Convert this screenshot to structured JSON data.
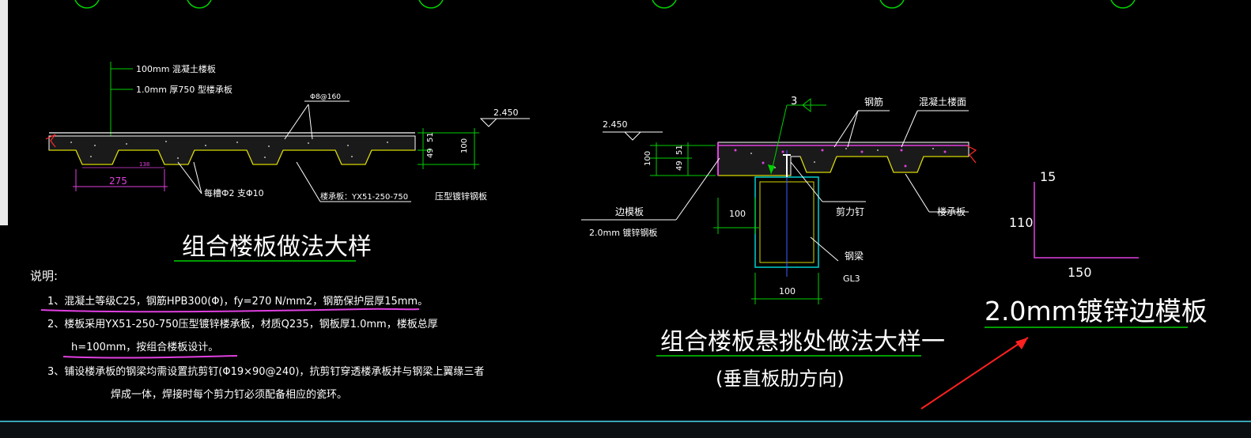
{
  "colors": {
    "background": "#000000",
    "line_white": "#ffffff",
    "line_green": "#00d000",
    "line_magenta": "#e040e0",
    "line_red": "#ff2a2a",
    "line_yellow": "#d8d800",
    "line_blue": "#4060ff",
    "annotation_red": "#ff2020"
  },
  "detail1": {
    "label_concrete": "100mm   混凝土楼板",
    "label_deck": "1.0mm   厚750  型楼承板",
    "label_rebar": "Φ8@160",
    "elevation": "2.450",
    "dim_51": "51",
    "dim_49": "49",
    "dim_100": "100",
    "dim_275": "275",
    "dim_138": "138",
    "label_rib_rebar": "每槽Ф2 支Φ10",
    "label_deck_model": "楼承板：YX51-250-750",
    "label_galv": "压型镀锌钢板",
    "title": "组合楼板做法大样"
  },
  "notes": {
    "heading": "说明:",
    "line1": "1、混凝土等级C25，钢筋HPB300(Φ)，fy=270 N/mm2，钢筋保护层厚15mm。",
    "line2": "2、楼板采用YX51-250-750压型镀锌楼承板，材质Q235，钢板厚1.0mm，楼板总厚",
    "line3": "h=100mm，按组合楼板设计。",
    "line4": "3、铺设楼承板的钢梁均需设置抗剪钉(Φ19×90@240)，抗剪钉穿透楼承板并与钢梁上翼缘三者",
    "line5": "焊成一体，焊接时每个剪力钉必须配备相应的瓷环。"
  },
  "detail2": {
    "elevation": "2.450",
    "dim_100": "100",
    "dim_51": "51",
    "dim_49": "49",
    "weld_mark": "3",
    "label_rebar": "钢筋",
    "label_concrete": "混凝土楼面",
    "label_edge": "边模板",
    "label_edge_spec": "2.0mm    镀锌钢板",
    "dim_left_100": "100",
    "label_stud": "剪力钉",
    "label_deck": "楼承板",
    "label_beam": "钢梁",
    "beam_tag": "GL3",
    "dim_bottom_100": "100",
    "title": "组合楼板悬挑处做法大样一",
    "subtitle": "(垂直板肋方向)"
  },
  "detail3": {
    "dim_15": "15",
    "dim_110": "110",
    "dim_150": "150",
    "title": "2.0mm镀锌边模板"
  }
}
